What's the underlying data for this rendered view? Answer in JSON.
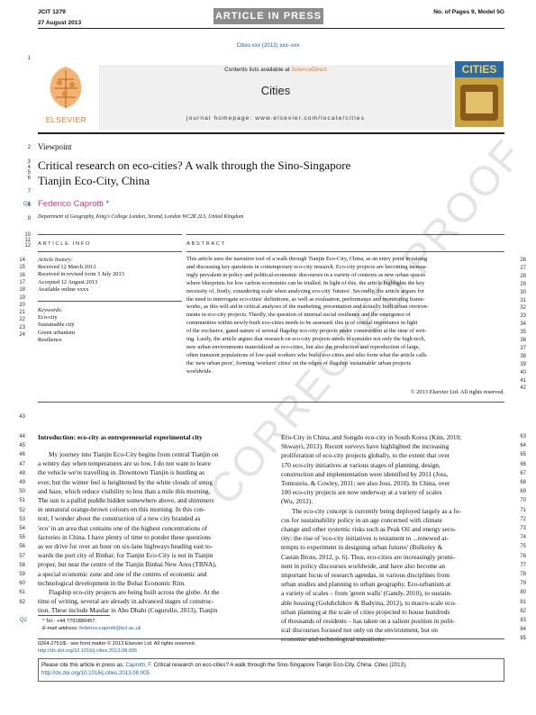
{
  "header": {
    "journal_code": "JCIT 1279",
    "date": "27 August 2013",
    "status": "ARTICLE IN PRESS",
    "pages": "No. of Pages 9, Model 5G",
    "citation": "Cities xxx (2013) xxx–xxx"
  },
  "banner": {
    "contents": "Contents lists available at ",
    "sciencedirect": "ScienceDirect",
    "journal": "Cities",
    "homepage_label": "journal homepage: ",
    "homepage_url": "www.elsevier.com/locate/cities",
    "publisher": "ELSEVIER",
    "cover_title": "CITIES"
  },
  "article": {
    "type": "Viewpoint",
    "title_line1": "Critical research on eco-cities? A walk through the Sino-Singapore",
    "title_line2": "Tianjin Eco-City, China",
    "query1": "Q1",
    "author": "Federico Caprotti",
    "author_mark": "*",
    "affiliation": "Department of Geography, King's College London, Strand, London WC2R 2LS, United Kingdom"
  },
  "info": {
    "heading": "ARTICLE INFO",
    "history_label": "Article history:",
    "history": [
      "Received 12 March 2013",
      "Received in revised form 3 July 2013",
      "Accepted 12 August 2013",
      "Available online xxxx"
    ],
    "keywords_label": "Keywords:",
    "keywords": [
      "Eco-city",
      "Sustainable city",
      "Green urbanism",
      "Resilience"
    ]
  },
  "abstract": {
    "heading": "ABSTRACT",
    "lines": [
      "This article uses the narrative tool of a walk through Tianjin Eco-City, China, as an entry point in raising",
      "and discussing key questions in contemporary eco-city research. Eco-city projects are becoming increas-",
      "ingly prevalent in policy and political-economic discourses in a variety of contexts as new urban spaces",
      "where blueprints for low carbon economies can be trialled. In light of this, the article highlights the key",
      "necessity of, firstly, considering scale when analyzing eco-city 'futures'. Secondly, the article argues for",
      "the need to interrogate eco-cities' definitions, as well as evaluation, performance and monitoring frame-",
      "works, as this will aid in critical analyses of the marketing, presentation and actually built urban environ-",
      "ments in eco-city projects. Thirdly, the question of internal social resilience and the emergence of",
      "communities within newly-built eco-cities needs to be assessed: this is of crucial importance in light",
      "of the exclusive, gated nature of several flagship eco-city projects under construction at the time of writ-",
      "ing. Lastly, the article argues that research on eco-city projects needs to consider not only the high-tech,",
      "new urban environments materialized as eco-cities, but also the production and reproduction of large,",
      "often transient populations of low-paid workers who build eco-cities and who form what the article calls",
      "the 'new urban poor', forming 'workers' cities' on the edges of flagship 'sustainable' urban projects",
      "worldwide."
    ],
    "copyright": "© 2013 Elsevier Ltd. All rights reserved."
  },
  "body": {
    "intro_heading": "Introduction: eco-city as entrepreneurial experimental city",
    "left_lines": [
      "My journey into Tianjin Eco-City begins from central Tianjin on",
      "a wintry day when temperatures are so low, I do not want to leave",
      "the vehicle we're travelling in. Downtown Tianjin is bustling as",
      "ever, but the winter feel is heightened by the white clouds of smog",
      "and haze, which reduce visibility to less than a mile this morning.",
      "The sun is a pallid puddle hidden somewhere above, and shimmers",
      "in unnatural orange-brown colours on this morning. In this con-",
      "text, I wonder about the construction of a new city branded as",
      "'eco' in an area that contains one of the highest concentrations of",
      "factories in China. I have plenty of time to ponder these questions",
      "as we drive for over an hour on six-lane highways heading east to-",
      "wards the port city of Binhai; for Tianjin Eco-City is not in Tianjin",
      "proper, but near the centre of the Tianjin Binhai New Area (TBNA),",
      "a special economic zone and one of the centres of economic and",
      "technological development in the Bohai Economic Rim.",
      "Flagship eco-city projects are being built across the globe. At the",
      "time of writing, several are already in advanced stages of construc-",
      "tion. These include Masdar in Abu Dhabi (Cugurullo, 2013), Tianjin"
    ],
    "right_lines": [
      "Eco-City in China, and Songdo eco-city in South Korea (Kim, 2010;",
      "Shwayri, 2013). Recent surveys have highlighted the increasing",
      "proliferation of eco-city projects globally, to the extent that over",
      "170 eco-city initiatives at various stages of planning, design,",
      "construction and implementation were identified by 2011 (Joss,",
      "Tomozeiu, & Cowley, 2011; see also Joss, 2010). In China, over",
      "100 eco-city projects are now underway at a variety of scales",
      "(Wu, 2012).",
      "The eco-city concept is currently being deployed largely as a fo-",
      "cus for sustainability policy in an age concerned with climate",
      "change and other systemic risks such as Peak Oil and energy secu-",
      "rity: the rise of 'eco-city initiatives is testament to ...renewed at-",
      "tempts to experiment in designing urban futures' (Bulkeley &",
      "Castán Broto, 2012, p. 6). Thus, eco-cities are increasingly promi-",
      "nent in policy discourses worldwide, and have also become an",
      "important focus of research agendas, in various disciplines from",
      "urban studies and planning to urban geography. Eco-urbanism at",
      "a variety of scales – from 'green walls' (Gandy, 2010), to sustain-",
      "able housing (Golubchikov & Badyina, 2012), to macro-scale eco-",
      "urban planning at the scale of cities projected to house hundreds",
      "of thousands of residents – has taken on a salient position in polit-",
      "ical discourses focused not only on the environment, but on",
      "economic and technological transitions:"
    ]
  },
  "footnote": {
    "query2": "Q2",
    "tel": "* Tel.: +44 7791889457.",
    "email_label": "E-mail address: ",
    "email": "federico.caprotti@kcl.ac.uk",
    "issn": "0264-2751/$ - see front matter © 2013 Elsevier Ltd. All rights reserved.",
    "doi": "http://dx.doi.org/10.1016/j.cities.2013.08.005"
  },
  "cite_box": {
    "prefix": "Please cite this article in press as: ",
    "author_link": "Caprotti, F.",
    "text": " Critical research on eco-cities? A walk through the Sino-Singapore Tianjin Eco-City, China. ",
    "journal": "Cities",
    "year": " (2013),",
    "doi": "http://dx.doi.org/10.1016/j.cities.2013.08.005"
  },
  "watermark": "CORRECTED PROOF",
  "line_numbers": {
    "top": [
      "1",
      "2",
      "3",
      "4",
      "5",
      "6",
      "7",
      "8",
      "9",
      "10",
      "11",
      "12"
    ],
    "info": [
      "14",
      "15",
      "16",
      "17",
      "18",
      "19",
      "20",
      "21",
      "22",
      "23",
      "24"
    ],
    "abstract": [
      "26",
      "27",
      "28",
      "29",
      "30",
      "31",
      "32",
      "33",
      "34",
      "35",
      "36",
      "37",
      "38",
      "39",
      "40",
      "41",
      "42"
    ],
    "left": [
      "43",
      "44",
      "45",
      "46",
      "47",
      "48",
      "49",
      "50",
      "51",
      "52",
      "53",
      "54",
      "55",
      "56",
      "57",
      "58",
      "59",
      "60",
      "61",
      "62"
    ],
    "right": [
      "63",
      "64",
      "65",
      "66",
      "67",
      "68",
      "69",
      "70",
      "71",
      "72",
      "73",
      "74",
      "75",
      "76",
      "77",
      "78",
      "79",
      "80",
      "81",
      "82",
      "83",
      "84",
      "85"
    ]
  },
  "colors": {
    "link": "#1f5f9f",
    "author": "#c03a8a",
    "banner_bg": "#f0f0f0",
    "status_bg": "#8c8c8c",
    "sciencedirect": "#f07a1a"
  }
}
